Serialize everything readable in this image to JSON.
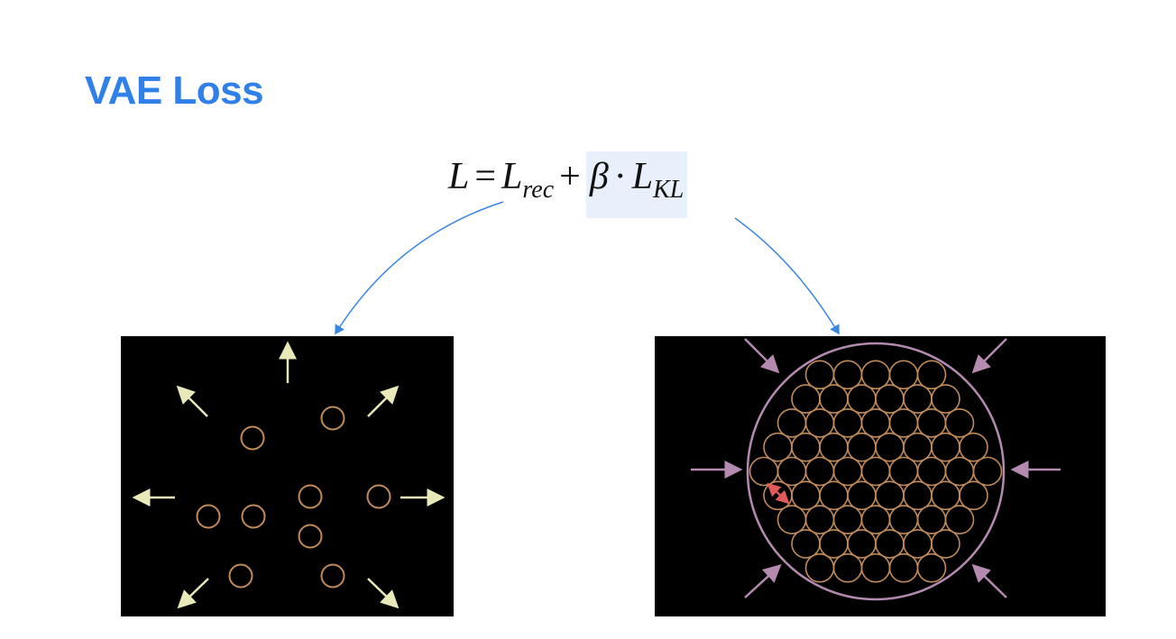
{
  "slide": {
    "title": "VAE Loss"
  },
  "formula": {
    "lhs": "L",
    "eq": "=",
    "term1_base": "L",
    "term1_sub": "rec",
    "plus": "+",
    "beta": "β",
    "dot": "·",
    "term2_base": "L",
    "term2_sub": "KL"
  },
  "colors": {
    "title": "#2f80e8",
    "highlight": "#e7f0fb",
    "connector": "#3b86e0",
    "panel_bg": "#000000",
    "latent_circle": "#c08a5a",
    "outward_arrow": "#e8e8b8",
    "inward_arrow": "#b48ab0",
    "boundary": "#b48ab0",
    "overlap_marker": "#e05a5a"
  },
  "icons": {
    "outward": "arrow-outward-icon",
    "inward": "arrow-inward-icon"
  }
}
